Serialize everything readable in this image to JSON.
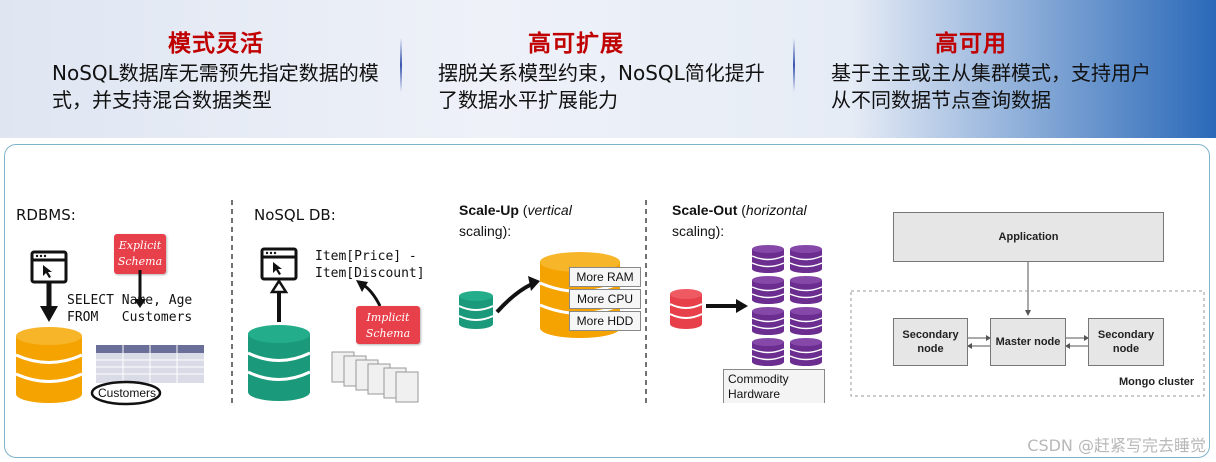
{
  "banner": {
    "columns": [
      {
        "title": "模式灵活",
        "text": "NoSQL数据库无需预先指定数据的模式，并支持混合数据类型"
      },
      {
        "title": "高可扩展",
        "text": "摆脱关系模型约束，NoSQL简化提升了数据水平扩展能力"
      },
      {
        "title": "高可用",
        "text": "基于主主或主从集群模式，支持用户从不同数据节点查询数据"
      }
    ]
  },
  "diagram": {
    "rdbms": {
      "label": "RDBMS:",
      "badge": "Explicit Schema",
      "query_line1": "SELECT Name, Age",
      "query_line2": "FROM   Customers",
      "table_label": "Customers"
    },
    "nosql": {
      "label": "NoSQL DB:",
      "code_line1": "Item[Price] -",
      "code_line2": "Item[Discount]",
      "badge": "Implicit Schema"
    },
    "scale_up": {
      "title_bold": "Scale-Up",
      "title_italic": "vertical",
      "title_rest": "scaling):",
      "items": [
        "More RAM",
        "More CPU",
        "More HDD"
      ]
    },
    "scale_out": {
      "title_bold": "Scale-Out",
      "title_italic": "horizontal",
      "title_rest": "scaling):",
      "hardware_label": "Commodity Hardware"
    },
    "cluster": {
      "application": "Application",
      "secondary_left": "Secondary node",
      "master": "Master node",
      "secondary_right": "Secondary node",
      "cluster_label": "Mongo cluster"
    }
  },
  "watermark": "CSDN @赶紧写完去睡觉",
  "colors": {
    "title_red": "#c00000",
    "db_orange": "#f5a300",
    "db_green": "#1a9a7a",
    "db_red": "#e8404a",
    "db_purple": "#6b2d8f"
  }
}
